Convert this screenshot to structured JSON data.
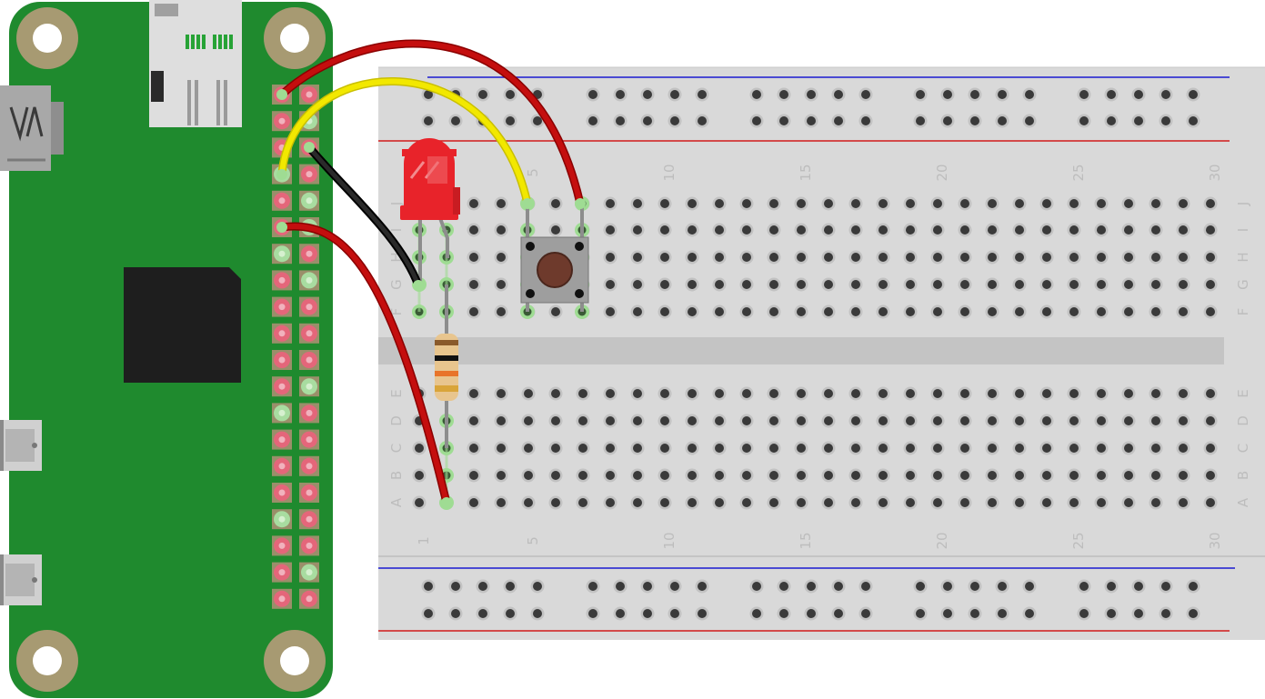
{
  "breadboard": {
    "columns": 30,
    "column_labels": [
      "1",
      "5",
      "10",
      "15",
      "20",
      "25",
      "30"
    ],
    "top_rows": [
      "J",
      "I",
      "H",
      "G",
      "F"
    ],
    "bottom_rows": [
      "E",
      "D",
      "C",
      "B",
      "A"
    ]
  },
  "colors": {
    "pcb_green": "#1f8a2e",
    "breadboard": "#d9d9d9",
    "rail_blue": "#1b1bd1",
    "rail_red": "#d11b1b",
    "wire_red": "#c40e0e",
    "wire_yellow": "#f2e800",
    "wire_black": "#111111",
    "led_red": "#e8232a",
    "header_pin_red": "#e4667a",
    "header_pin_green": "#a8dca0"
  },
  "components": {
    "board": "raspberry-pi-zero",
    "led": "red-led",
    "resistor": "resistor",
    "button": "push-button"
  }
}
